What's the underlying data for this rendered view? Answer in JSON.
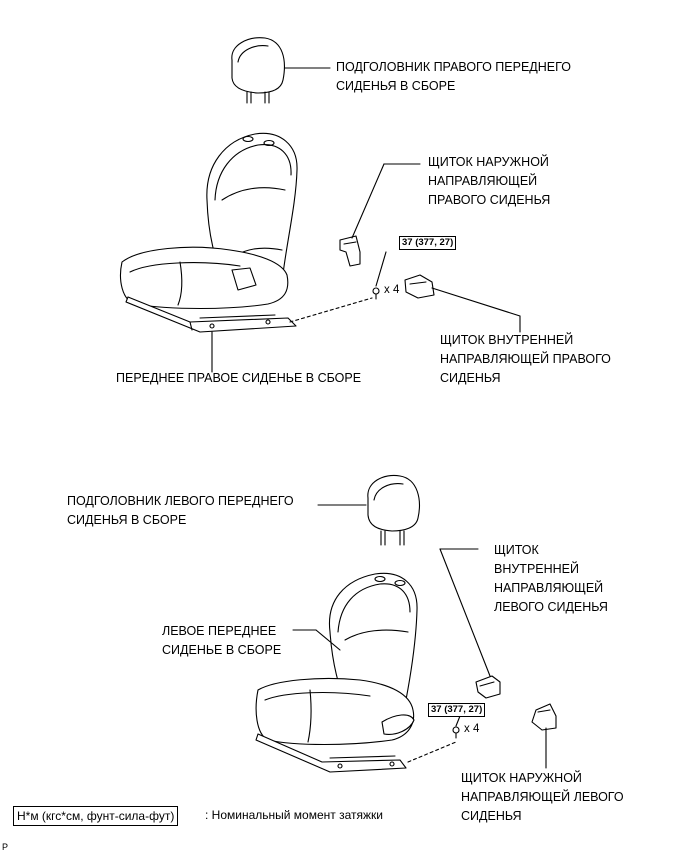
{
  "labels": {
    "right_headrest": "ПОДГОЛОВНИК ПРАВОГО ПЕРЕДНЕГО\nСИДЕНЬЯ В СБОРЕ",
    "right_outer_cover": "ЩИТОК НАРУЖНОЙ\nНАПРАВЛЯЮЩЕЙ\nПРАВОГО СИДЕНЬЯ",
    "right_inner_cover": "ЩИТОК ВНУТРЕННЕЙ\nНАПРАВЛЯЮЩЕЙ ПРАВОГО\nСИДЕНЬЯ",
    "right_seat": "ПЕРЕДНЕЕ ПРАВОЕ СИДЕНЬЕ В СБОРЕ",
    "left_headrest": "ПОДГОЛОВНИК ЛЕВОГО ПЕРЕДНЕГО\nСИДЕНЬЯ В СБОРЕ",
    "left_inner_cover": "ЩИТОК\nВНУТРЕННЕЙ\nНАПРАВЛЯЮЩЕЙ\nЛЕВОГО СИДЕНЬЯ",
    "left_seat": "ЛЕВОЕ ПЕРЕДНЕЕ\nСИДЕНЬЕ В СБОРЕ",
    "left_outer_cover": "ЩИТОК НАРУЖНОЙ\nНАПРАВЛЯЮЩЕЙ ЛЕВОГО\nСИДЕНЬЯ"
  },
  "torque": {
    "right": "37 (377, 27)",
    "left": "37 (377, 27)"
  },
  "quantity": {
    "right": "x 4",
    "left": "x 4"
  },
  "legend": {
    "box": "Н*м (кгс*см, фунт-сила-фут)",
    "text": ": Номинальный момент затяжки"
  },
  "page_code": "P"
}
